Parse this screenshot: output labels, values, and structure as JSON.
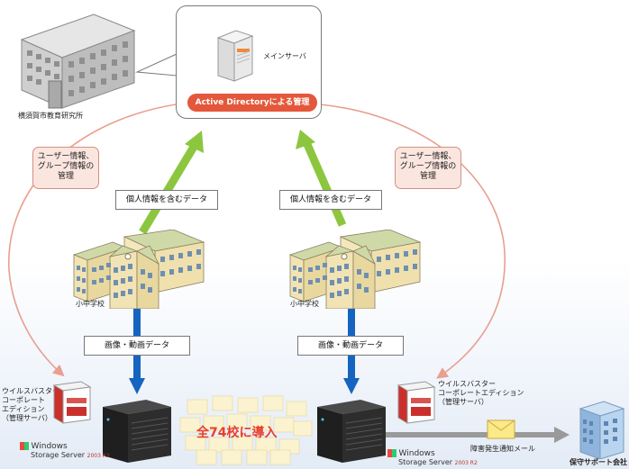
{
  "labels": {
    "office_caption": "横須賀市教育研究所",
    "main_server": "メインサーバ",
    "active_directory": "Active Directoryによる管理",
    "user_group_left": [
      "ユーザー情報、",
      "グループ情報の",
      "管理"
    ],
    "user_group_right": [
      "ユーザー情報、",
      "グループ情報の",
      "管理"
    ],
    "personal_data_left": "個人情報を含むデータ",
    "personal_data_right": "個人情報を含むデータ",
    "school_left": "小中学校",
    "school_right": "小中学校",
    "media_data_left": "画像・動画データ",
    "media_data_right": "画像・動画データ",
    "virusbuster_left": [
      "ウイルスバスター",
      "コーポレート",
      "エディション",
      "（管理サーバ）"
    ],
    "virusbuster_right": [
      "ウイルスバスター",
      "コーポレートエディション",
      "（管理サーバ）"
    ],
    "all_schools": "全74校に導入",
    "failure_mail": "障害発生通知メール",
    "support_company": "保守サポート会社",
    "windows_left": [
      "Windows",
      "Storage Server",
      "2003 R2"
    ],
    "windows_right": [
      "Windows",
      "Storage Server",
      "2003 R2"
    ]
  },
  "colors": {
    "arc": "#e8a090",
    "green_arrow": "#8cc63f",
    "blue_arrow": "#1565c0",
    "ad_pill": "#e4573b",
    "pink_box": "#fbe6df",
    "highlight_text": "#e8402a"
  }
}
